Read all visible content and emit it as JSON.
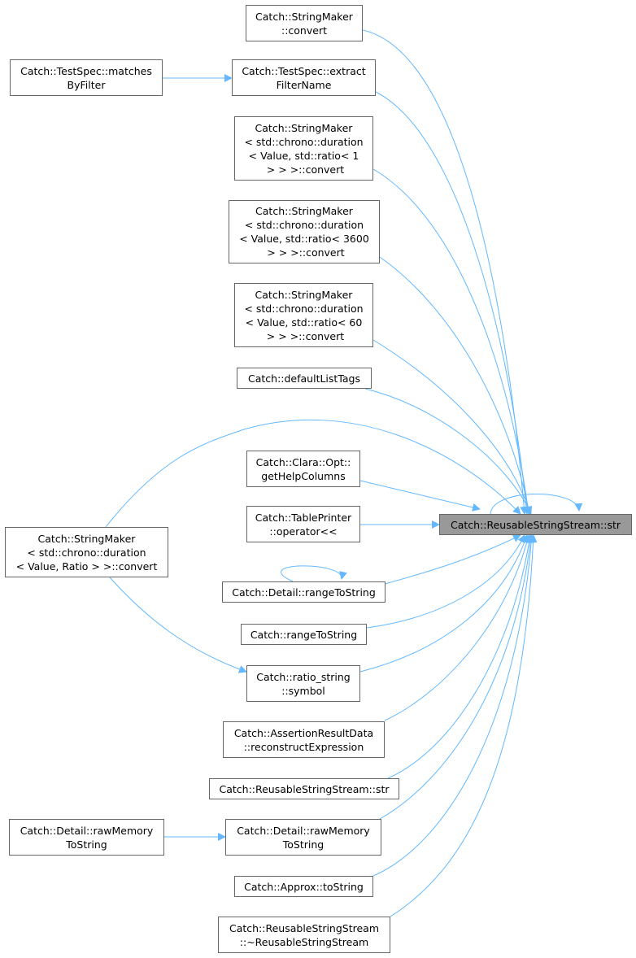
{
  "colors": {
    "edge": "#63b8ff",
    "node_border": "#666666",
    "target_fill": "#999999"
  },
  "target": {
    "id": "target",
    "label": "Catch::ReusableStringStream::str"
  },
  "nodes": [
    {
      "id": "sm_convert",
      "label": "Catch::StringMaker\n::convert"
    },
    {
      "id": "ts_matches",
      "label": "Catch::TestSpec::matches\nByFilter"
    },
    {
      "id": "ts_extract",
      "label": "Catch::TestSpec::extract\nFilterName"
    },
    {
      "id": "sm_ratio1",
      "label": "Catch::StringMaker\n< std::chrono::duration\n< Value, std::ratio< 1\n > > >::convert"
    },
    {
      "id": "sm_ratio3600",
      "label": "Catch::StringMaker\n< std::chrono::duration\n< Value, std::ratio< 3600\n > > >::convert"
    },
    {
      "id": "sm_ratio60",
      "label": "Catch::StringMaker\n< std::chrono::duration\n< Value, std::ratio< 60\n > > >::convert"
    },
    {
      "id": "default_tags",
      "label": "Catch::defaultListTags"
    },
    {
      "id": "clara_help",
      "label": "Catch::Clara::Opt::\ngetHelpColumns"
    },
    {
      "id": "sm_ratio",
      "label": "Catch::StringMaker\n< std::chrono::duration\n< Value, Ratio > >::convert"
    },
    {
      "id": "table_printer",
      "label": "Catch::TablePrinter\n::operator<<"
    },
    {
      "id": "detail_range",
      "label": "Catch::Detail::rangeToString"
    },
    {
      "id": "range",
      "label": "Catch::rangeToString"
    },
    {
      "id": "ratio_symbol",
      "label": "Catch::ratio_string\n::symbol"
    },
    {
      "id": "assert_data",
      "label": "Catch::AssertionResultData\n::reconstructExpression"
    },
    {
      "id": "rss_str",
      "label": "Catch::ReusableStringStream::str"
    },
    {
      "id": "raw_mem_left",
      "label": "Catch::Detail::rawMemory\nToString"
    },
    {
      "id": "raw_mem",
      "label": "Catch::Detail::rawMemory\nToString"
    },
    {
      "id": "approx",
      "label": "Catch::Approx::toString"
    },
    {
      "id": "rss_dtor",
      "label": "Catch::ReusableStringStream\n::~ReusableStringStream"
    }
  ],
  "edges": [
    {
      "from": "sm_convert",
      "to": "target"
    },
    {
      "from": "ts_extract",
      "to": "target"
    },
    {
      "from": "ts_matches",
      "to": "ts_extract"
    },
    {
      "from": "sm_ratio1",
      "to": "target"
    },
    {
      "from": "sm_ratio3600",
      "to": "target"
    },
    {
      "from": "sm_ratio60",
      "to": "target"
    },
    {
      "from": "default_tags",
      "to": "target"
    },
    {
      "from": "sm_ratio",
      "to": "target"
    },
    {
      "from": "clara_help",
      "to": "target"
    },
    {
      "from": "table_printer",
      "to": "target"
    },
    {
      "from": "detail_range",
      "to": "target"
    },
    {
      "from": "detail_range",
      "to": "detail_range"
    },
    {
      "from": "range",
      "to": "target"
    },
    {
      "from": "sm_ratio",
      "to": "ratio_symbol"
    },
    {
      "from": "ratio_symbol",
      "to": "target"
    },
    {
      "from": "assert_data",
      "to": "target"
    },
    {
      "from": "rss_str",
      "to": "target"
    },
    {
      "from": "raw_mem_left",
      "to": "raw_mem"
    },
    {
      "from": "raw_mem",
      "to": "target"
    },
    {
      "from": "approx",
      "to": "target"
    },
    {
      "from": "rss_dtor",
      "to": "target"
    },
    {
      "from": "target",
      "to": "target"
    }
  ]
}
